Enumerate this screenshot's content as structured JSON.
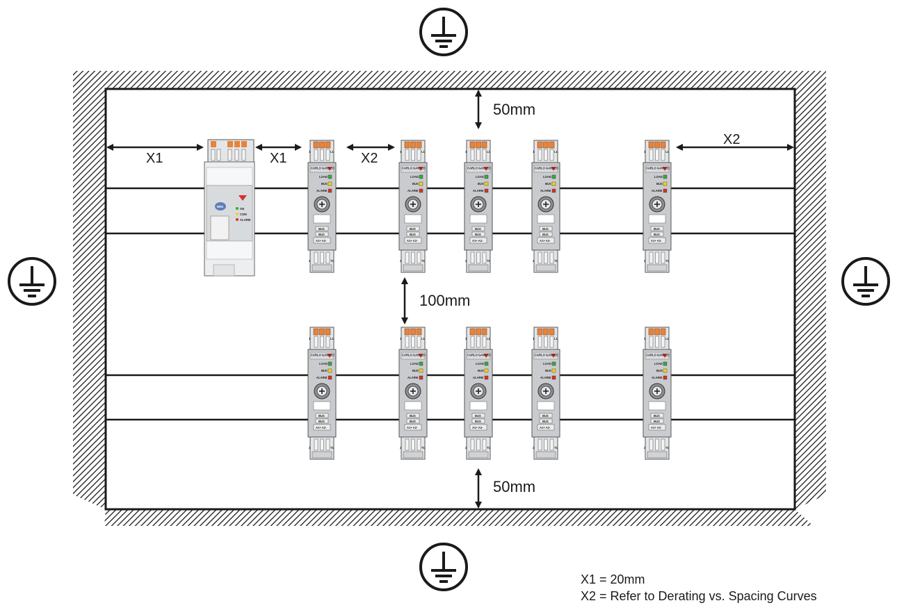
{
  "gap_labels": {
    "top": "50mm",
    "middle": "100mm",
    "bottom": "50mm"
  },
  "spacing_labels": {
    "x1_wall": "X1",
    "x1_gateway": "X1",
    "x2_between": "X2",
    "x2_wall": "X2"
  },
  "legend": {
    "x1": "X1 = 20mm",
    "x2": "X2 = Refer to Derating vs. Spacing Curves"
  },
  "module_labels": {
    "brand": "CARLO GAVAZZI",
    "load": "LOAD",
    "bus": "BUS",
    "alarm": "ALARM",
    "bus_port_1": "BUS",
    "bus_port_2": "BUS",
    "terminals": "A1+ A2-",
    "terminal_top_left": "1",
    "terminal_top_right": "L1",
    "terminal_bottom_left": "2",
    "terminal_bottom_right": "T1"
  },
  "gateway_labels": {
    "logo": "NRG",
    "led_1": "ON",
    "led_2": "COM",
    "led_3": "ALARM"
  },
  "colors": {
    "led_load": "#3aa935",
    "led_bus": "#f2d21b",
    "led_alarm": "#d9302b",
    "brand_triangle": "#d9302b",
    "terminal_orange": "#e8833a",
    "module_body": "#c9cbce",
    "gateway_badge": "#5d7fb8",
    "outline": "#1a1a1a"
  },
  "icons": {
    "ground": "earth-ground-icon",
    "wall": "hatched-wall"
  },
  "layout": {
    "row1_module_count": 5,
    "row2_module_count": 5,
    "row1_has_gateway": true,
    "din_rails_per_row": 2
  }
}
